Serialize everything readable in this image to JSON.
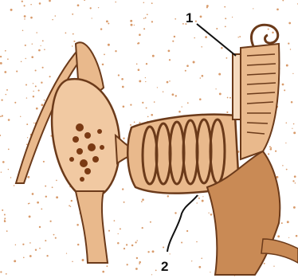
{
  "diagram": {
    "labels": [
      {
        "id": "label-1",
        "text": "1"
      },
      {
        "id": "label-2",
        "text": "2"
      }
    ],
    "colors": {
      "background": "#ffffff",
      "tissue_fill": "#e9b98c",
      "tissue_dark": "#c98a55",
      "outline": "#6b3a1a",
      "dots": "#d89a6a",
      "leader_line": "#111111"
    }
  }
}
